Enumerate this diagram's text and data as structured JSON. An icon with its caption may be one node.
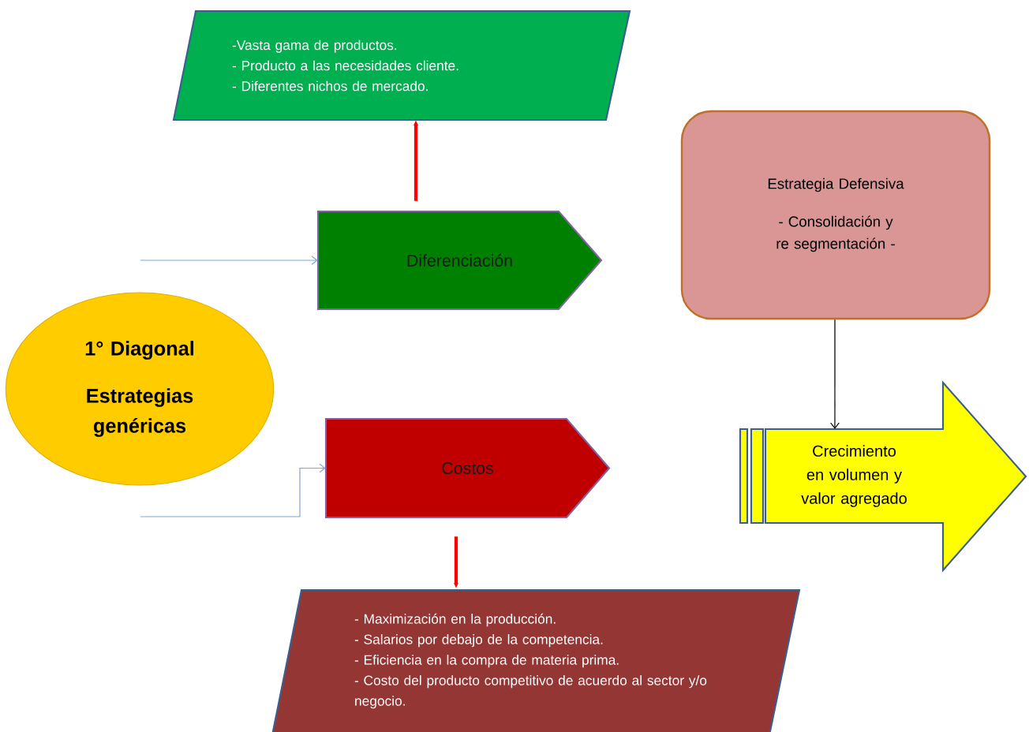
{
  "diagram": {
    "nodes": [
      {
        "text": [
          "-Vasta gama de productos.",
          "- Producto a las necesidades cliente.",
          "- Diferentes nichos de mercado."
        ]
      },
      {
        "text": [
          "Diferenciación"
        ]
      },
      {
        "text": [
          "1° Diagonal",
          "Estrategias genéricas"
        ]
      },
      {
        "text": [
          "Costos"
        ]
      },
      {
        "text": [
          "- Maximización en la producción.",
          "- Salarios por debajo de la competencia.",
          "- Eficiencia en la compra de materia prima.",
          "- Costo del producto competitivo de acuerdo al sector y/o negocio."
        ]
      },
      {
        "text": [
          "Estrategia Defensiva",
          "- Consolidación y re segmentación -"
        ]
      },
      {
        "text": [
          "Crecimiento en volumen y valor agregado"
        ]
      }
    ],
    "edges": [
      {
        "from": null,
        "to": 1,
        "arrow": "to",
        "color": "#7ea6d8"
      },
      {
        "from": null,
        "to": 3,
        "arrow": "to",
        "color": "#7ea6d8"
      },
      {
        "from": 1,
        "to": 0,
        "arrow": "to",
        "style": "thick",
        "color": "#ff0000"
      },
      {
        "from": 3,
        "to": 4,
        "arrow": "to",
        "style": "thick",
        "color": "#ff0000"
      },
      {
        "from": 5,
        "to": 6,
        "arrow": "to",
        "color": "#000000"
      }
    ]
  }
}
